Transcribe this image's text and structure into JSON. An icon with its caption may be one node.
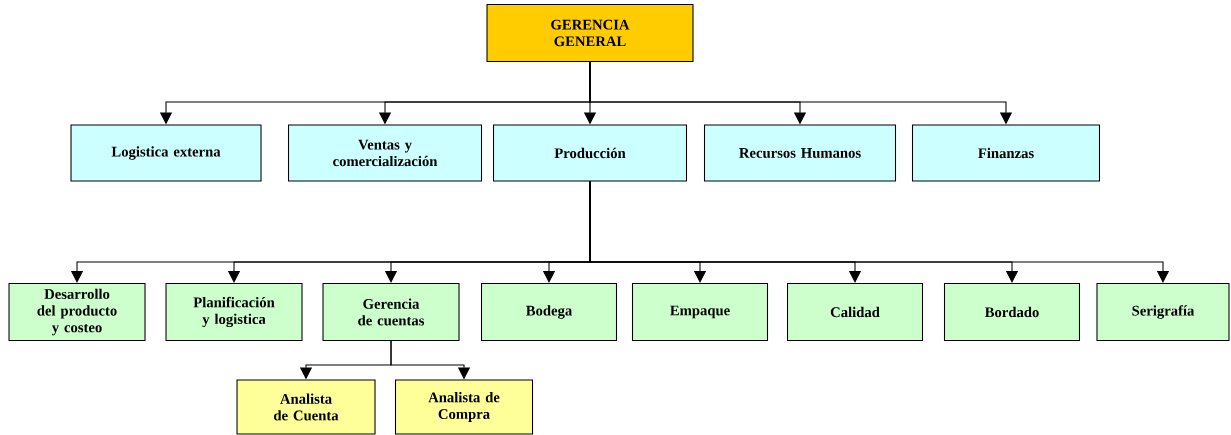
{
  "diagram": {
    "nodes": [
      {
        "text": [
          "GERENCIA GENERAL"
        ]
      },
      {
        "text": [
          "Logistica externa"
        ]
      },
      {
        "text": [
          "Ventas y comercialización"
        ]
      },
      {
        "text": [
          "Producción"
        ]
      },
      {
        "text": [
          "Recursos Humanos"
        ]
      },
      {
        "text": [
          "Finanzas"
        ]
      },
      {
        "text": [
          "Desarrollo del producto y costeo"
        ]
      },
      {
        "text": [
          "Planificación y logistica"
        ]
      },
      {
        "text": [
          "Gerencia de cuentas"
        ]
      },
      {
        "text": [
          "Bodega"
        ]
      },
      {
        "text": [
          "Empaque"
        ]
      },
      {
        "text": [
          "Calidad"
        ]
      },
      {
        "text": [
          "Bordado"
        ]
      },
      {
        "text": [
          "Serigrafía"
        ]
      },
      {
        "text": [
          "Analista de Cuenta"
        ]
      },
      {
        "text": [
          "Analista de Compra"
        ]
      }
    ],
    "edges": [
      {
        "from": 0,
        "to": 1,
        "arrow": "to"
      },
      {
        "from": 0,
        "to": 2,
        "arrow": "to"
      },
      {
        "from": 0,
        "to": 3,
        "arrow": "to"
      },
      {
        "from": 0,
        "to": 4,
        "arrow": "to"
      },
      {
        "from": 0,
        "to": 5,
        "arrow": "to"
      },
      {
        "from": 3,
        "to": 6,
        "arrow": "to"
      },
      {
        "from": 3,
        "to": 7,
        "arrow": "to"
      },
      {
        "from": 3,
        "to": 8,
        "arrow": "to"
      },
      {
        "from": 3,
        "to": 9,
        "arrow": "to"
      },
      {
        "from": 3,
        "to": 10,
        "arrow": "to"
      },
      {
        "from": 3,
        "to": 11,
        "arrow": "to"
      },
      {
        "from": 3,
        "to": 12,
        "arrow": "to"
      },
      {
        "from": 3,
        "to": 13,
        "arrow": "to"
      },
      {
        "from": 8,
        "to": 14,
        "arrow": "to"
      },
      {
        "from": 8,
        "to": 15,
        "arrow": "to"
      }
    ]
  }
}
